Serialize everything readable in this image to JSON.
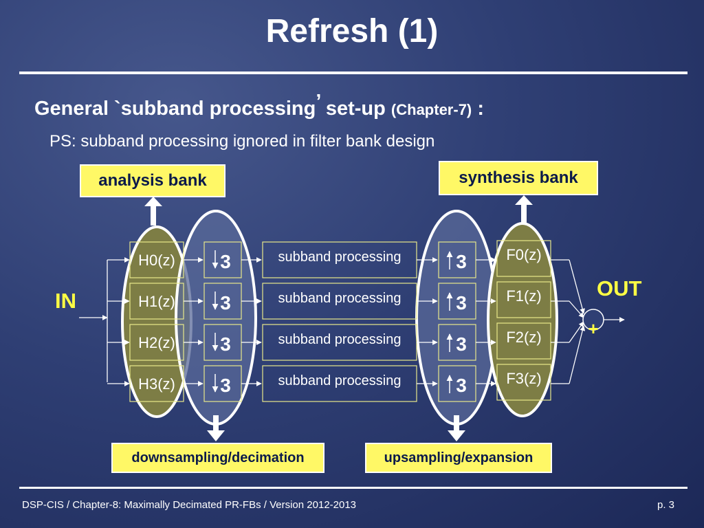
{
  "title": "Refresh (1)",
  "heading": {
    "main": "General `subband processing",
    "quote": "’",
    "rest": " set-up ",
    "chapter": "(Chapter-7)",
    "colon": " :"
  },
  "subheading": "PS: subband processing ignored in filter bank design",
  "labels": {
    "analysis": "analysis bank",
    "synthesis": "synthesis bank",
    "downsampling": "downsampling/decimation",
    "upsampling": "upsampling/expansion",
    "input": "IN",
    "output": "OUT",
    "adder": "+"
  },
  "analysis_filters": [
    "H0(z)",
    "H1(z)",
    "H2(z)",
    "H3(z)"
  ],
  "synthesis_filters": [
    "F0(z)",
    "F1(z)",
    "F2(z)",
    "F3(z)"
  ],
  "decimation_factor": "3",
  "processing_label": "subband processing",
  "footer": {
    "left": "DSP-CIS  /  Chapter-8: Maximally Decimated PR-FBs  /  Version 2012-2013",
    "right": "p. 3"
  },
  "colors": {
    "yellow": "#ffff44",
    "box_fill": "#fff866",
    "ellipse_yellow": "#7d7d45",
    "ellipse_blue": "#5a6a99"
  }
}
